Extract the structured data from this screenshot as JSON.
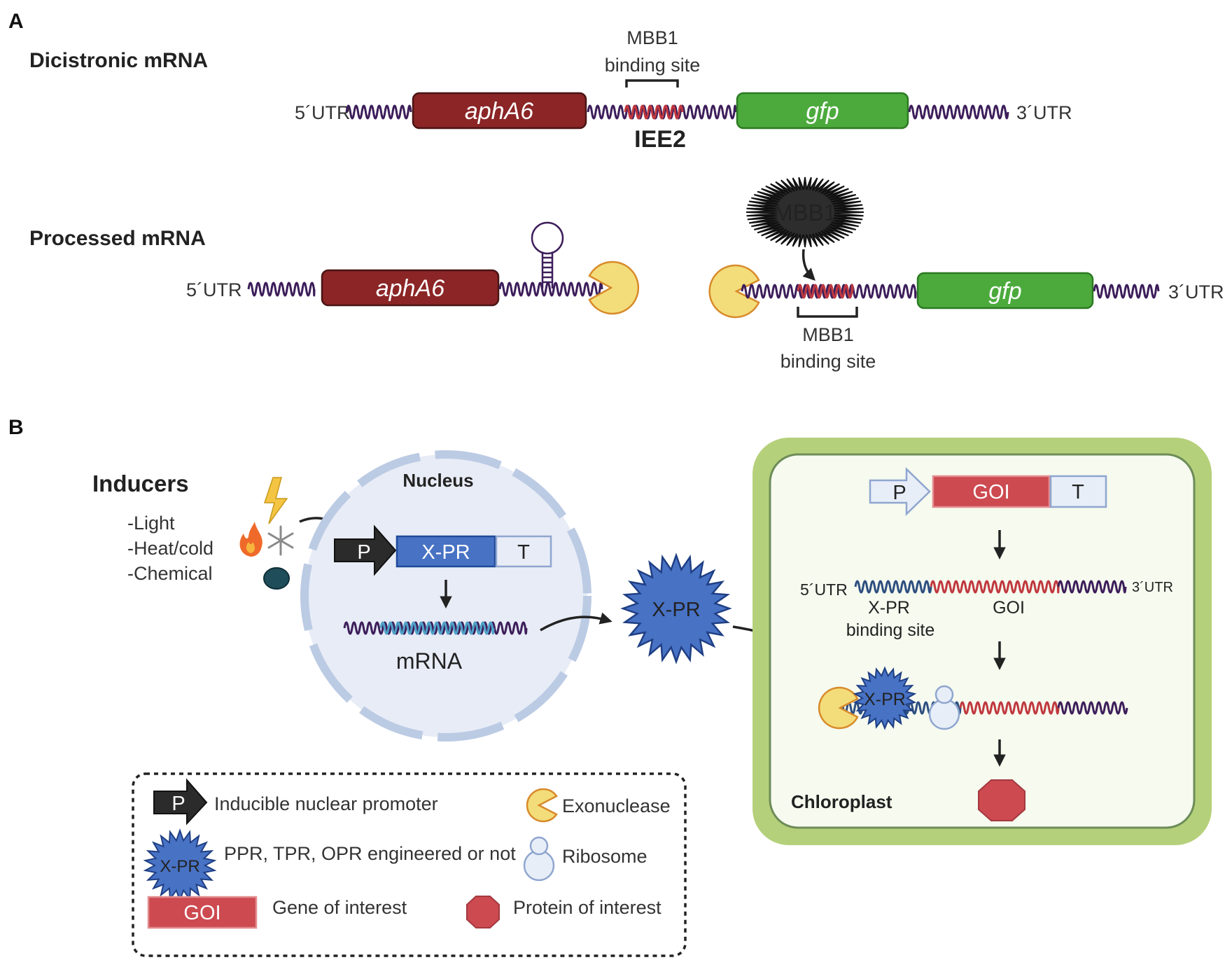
{
  "panels": {
    "a": "A",
    "b": "B"
  },
  "panel_a": {
    "dicistronic_title": "Dicistronic mRNA",
    "processed_title": "Processed mRNA",
    "utr5": "5´UTR",
    "utr3": "3´UTR",
    "gene1": "aphA6",
    "gene2": "gfp",
    "iee": "IEE2",
    "mbb1_site_line1": "MBB1",
    "mbb1_site_line2": "binding site",
    "mbb1_protein": "MBB1"
  },
  "panel_b": {
    "inducers_title": "Inducers",
    "inducers": [
      "-Light",
      "-Heat/cold",
      "-Chemical"
    ],
    "nucleus_label": "Nucleus",
    "promoter": "P",
    "xpr": "X-PR",
    "terminator": "T",
    "mrna_label": "mRNA",
    "chloroplast_label": "Chloroplast",
    "goi": "GOI",
    "utr5": "5´UTR",
    "utr3": "3´UTR",
    "xpr_site_line1": "X-PR",
    "xpr_site_line2": "binding site",
    "goi_label": "GOI"
  },
  "legend": {
    "promoter_symbol": "P",
    "promoter_text": "Inducible nuclear promoter",
    "exonuclease_text": "Exonuclease",
    "xpr_symbol": "X-PR",
    "xpr_text": "PPR, TPR, OPR engineered or not",
    "ribosome_text": "Ribosome",
    "goi_symbol": "GOI",
    "goi_text": "Gene of interest",
    "protein_text": "Protein of interest"
  },
  "colors": {
    "aphA6": "#8b2526",
    "gfp": "#4caa3d",
    "xpr_blue": "#4872c4",
    "goi_red": "#cc4a50",
    "exonuclease": "#f3dd7a",
    "chloroplast_outer": "#b5d07a",
    "chloroplast_inner": "#f6faef",
    "nucleus_fill": "#e7ecf6",
    "nucleus_border": "#bccbe4",
    "mrna_purple": "#3d1e5a",
    "iee_red": "#c0383e",
    "mrna_blue": "#4fa3c9"
  }
}
